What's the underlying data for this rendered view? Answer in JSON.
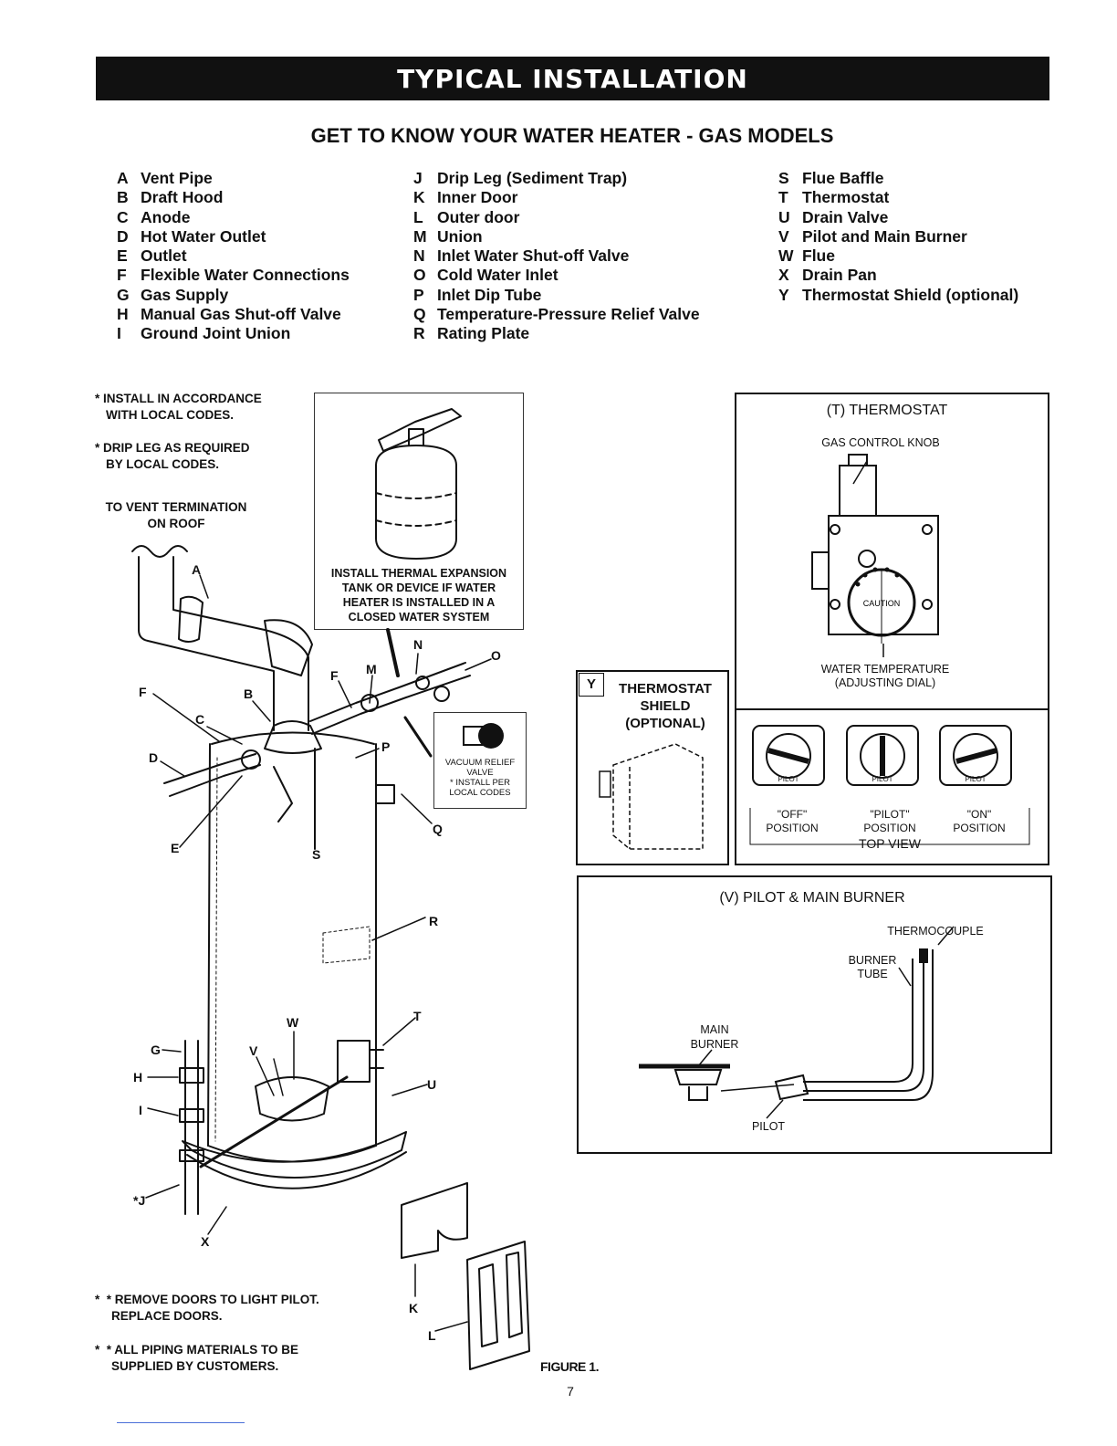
{
  "banner": "TYPICAL INSTALLATION",
  "subtitle": "GET TO KNOW YOUR WATER HEATER - GAS MODELS",
  "legend": {
    "col1": [
      {
        "key": "A",
        "label": "Vent Pipe"
      },
      {
        "key": "B",
        "label": "Draft Hood"
      },
      {
        "key": "C",
        "label": "Anode"
      },
      {
        "key": "D",
        "label": "Hot Water Outlet"
      },
      {
        "key": "E",
        "label": "Outlet"
      },
      {
        "key": "F",
        "label": "Flexible Water Connections"
      },
      {
        "key": "G",
        "label": "Gas Supply"
      },
      {
        "key": "H",
        "label": "Manual Gas Shut-off Valve"
      },
      {
        "key": "I",
        "label": "Ground Joint Union"
      }
    ],
    "col2": [
      {
        "key": "J",
        "label": "Drip Leg (Sediment Trap)"
      },
      {
        "key": "K",
        "label": "Inner Door"
      },
      {
        "key": "L",
        "label": "Outer door"
      },
      {
        "key": "M",
        "label": "Union"
      },
      {
        "key": "N",
        "label": "Inlet Water Shut-off Valve"
      },
      {
        "key": "O",
        "label": "Cold Water Inlet"
      },
      {
        "key": "P",
        "label": "Inlet Dip Tube"
      },
      {
        "key": "Q",
        "label": "Temperature-Pressure Relief Valve"
      },
      {
        "key": "R",
        "label": "Rating Plate"
      }
    ],
    "col3": [
      {
        "key": "S",
        "label": "Flue Baffle"
      },
      {
        "key": "T",
        "label": "Thermostat"
      },
      {
        "key": "U",
        "label": "Drain Valve"
      },
      {
        "key": "V",
        "label": "Pilot and Main Burner"
      },
      {
        "key": "W",
        "label": "Flue"
      },
      {
        "key": "X",
        "label": "Drain Pan"
      },
      {
        "key": "Y",
        "label": "Thermostat Shield (optional)"
      }
    ]
  },
  "notes": {
    "install_codes": [
      "* INSTALL IN ACCORDANCE",
      "WITH LOCAL CODES."
    ],
    "drip_leg": [
      "* DRIP LEG AS REQUIRED",
      "BY LOCAL CODES."
    ],
    "vent_termination": [
      "TO VENT TERMINATION",
      "ON ROOF"
    ],
    "remove_doors": [
      "* REMOVE DOORS TO LIGHT PILOT.",
      "REPLACE DOORS."
    ],
    "piping": [
      "* ALL PIPING MATERIALS TO BE",
      "SUPPLIED BY CUSTOMERS."
    ]
  },
  "expansion_tank": [
    "INSTALL THERMAL EXPANSION",
    "TANK OR DEVICE IF WATER",
    "HEATER IS INSTALLED IN A",
    "CLOSED WATER SYSTEM"
  ],
  "vacuum_relief": [
    "VACUUM RELIEF",
    "VALVE",
    "* INSTALL PER",
    "LOCAL CODES"
  ],
  "diagram_letters": [
    "A",
    "B",
    "C",
    "D",
    "E",
    "F",
    "F",
    "M",
    "N",
    "O",
    "P",
    "Q",
    "S",
    "R",
    "W",
    "T",
    "V",
    "G",
    "H",
    "I",
    "*J",
    "U",
    "X",
    "K",
    "L"
  ],
  "thermostat": {
    "title": "(T) THERMOSTAT",
    "knob_label": "GAS CONTROL KNOB",
    "caution": "CAUTION",
    "dial_label": [
      "WATER TEMPERATURE",
      "(ADJUSTING DIAL)"
    ],
    "positions": [
      {
        "name": "\"OFF\"",
        "sub": "POSITION",
        "knob": "PILOT"
      },
      {
        "name": "\"PILOT\"",
        "sub": "POSITION",
        "knob": "PILOT"
      },
      {
        "name": "\"ON\"",
        "sub": "POSITION",
        "knob": "PILOT"
      }
    ],
    "top_view": "TOP VIEW"
  },
  "shield": {
    "key": "Y",
    "lines": [
      "THERMOSTAT",
      "SHIELD",
      "(OPTIONAL)"
    ]
  },
  "burner": {
    "title": "(V) PILOT & MAIN BURNER",
    "thermocouple": "THERMOCOUPLE",
    "burner_tube": [
      "BURNER",
      "TUBE"
    ],
    "main_burner": [
      "MAIN",
      "BURNER"
    ],
    "pilot": "PILOT"
  },
  "figure": "FIGURE 1.",
  "page_number": "7"
}
